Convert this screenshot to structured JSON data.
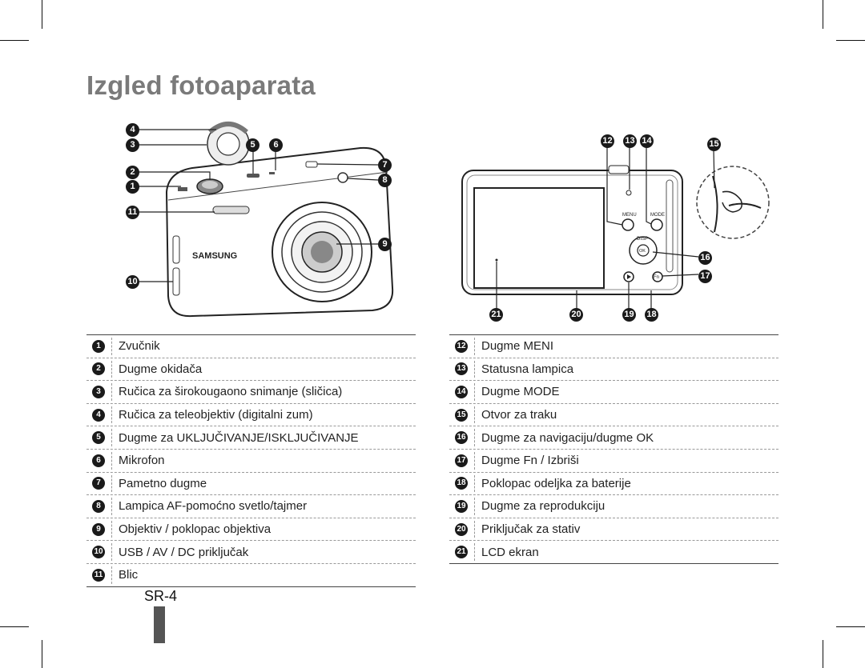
{
  "title": "Izgled fotoaparata",
  "page_number": "SR-4",
  "front_camera": {
    "brand": "SAMSUNG",
    "callouts": [
      "4",
      "3",
      "2",
      "1",
      "11",
      "5",
      "6",
      "7",
      "8",
      "9",
      "10"
    ]
  },
  "back_camera": {
    "menu_label": "MENU",
    "mode_label": "MODE",
    "disp_label": "DISP",
    "ok_label": "OK",
    "fn_label": "Fn",
    "callouts": [
      "12",
      "13",
      "14",
      "15",
      "16",
      "17",
      "21",
      "20",
      "19",
      "18"
    ]
  },
  "legend_left": [
    {
      "num": "1",
      "text": "Zvučnik"
    },
    {
      "num": "2",
      "text": "Dugme okidača"
    },
    {
      "num": "3",
      "text": "Ručica za širokougaono snimanje (sličica)"
    },
    {
      "num": "4",
      "text": "Ručica za teleobjektiv (digitalni zum)"
    },
    {
      "num": "5",
      "text": "Dugme za UKLJUČIVANJE/ISKLJUČIVANJE"
    },
    {
      "num": "6",
      "text": "Mikrofon"
    },
    {
      "num": "7",
      "text": "Pametno dugme"
    },
    {
      "num": "8",
      "text": "Lampica AF-pomoćno svetlo/tajmer"
    },
    {
      "num": "9",
      "text": "Objektiv / poklopac objektiva"
    },
    {
      "num": "10",
      "text": "USB / AV / DC priključak"
    },
    {
      "num": "11",
      "text": "Blic"
    }
  ],
  "legend_right": [
    {
      "num": "12",
      "text": "Dugme MENI"
    },
    {
      "num": "13",
      "text": "Statusna lampica"
    },
    {
      "num": "14",
      "text": "Dugme MODE"
    },
    {
      "num": "15",
      "text": "Otvor za traku"
    },
    {
      "num": "16",
      "text": "Dugme za navigaciju/dugme OK"
    },
    {
      "num": "17",
      "text": "Dugme Fn / Izbriši"
    },
    {
      "num": "18",
      "text": "Poklopac odeljka za baterije"
    },
    {
      "num": "19",
      "text": "Dugme za reprodukciju"
    },
    {
      "num": "20",
      "text": "Priključak za stativ"
    },
    {
      "num": "21",
      "text": "LCD ekran"
    }
  ]
}
